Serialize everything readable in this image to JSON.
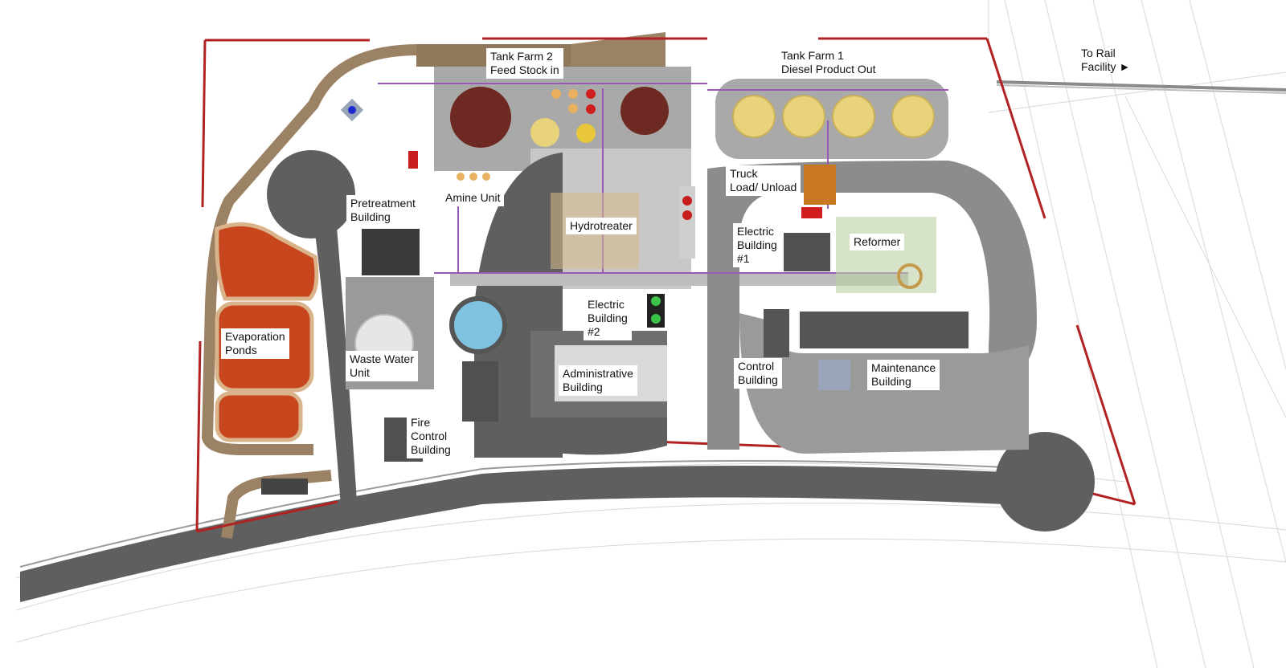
{
  "labels": {
    "tank_farm_2": [
      "Tank Farm 2",
      "Feed Stock in"
    ],
    "tank_farm_1": [
      "Tank Farm 1",
      "Diesel Product Out"
    ],
    "to_rail": [
      "To Rail",
      "Facility ►"
    ],
    "pretreatment": [
      "Pretreatment",
      "Building"
    ],
    "amine_unit": [
      "Amine Unit"
    ],
    "hydrotreater": [
      "Hydrotreater"
    ],
    "truck": [
      "Truck",
      "Load/ Unload"
    ],
    "electric_1": [
      "Electric",
      "Building",
      "#1"
    ],
    "reformer": [
      "Reformer"
    ],
    "evaporation": [
      "Evaporation",
      "Ponds"
    ],
    "waste_water": [
      "Waste Water",
      "Unit"
    ],
    "electric_2": [
      "Electric",
      "Building",
      "#2"
    ],
    "administrative": [
      "Administrative",
      "Building"
    ],
    "control": [
      "Control",
      "Building"
    ],
    "maintenance": [
      "Maintenance",
      "Building"
    ],
    "fire_control": [
      "Fire",
      "Control",
      "Building"
    ]
  },
  "colors": {
    "road": "#5f5f5f",
    "road_light": "#8c8c8c",
    "pad": "#a9a9a9",
    "pad_light": "#c8c8c8",
    "fence": "#b22222",
    "dirt_road": "#9c8265",
    "pond": "#c8461e",
    "feed_tank": "#6e2a22",
    "product_tank": "#e8d27a",
    "pipe": "#9b59b6",
    "water_tank": "#7fc3e0"
  }
}
